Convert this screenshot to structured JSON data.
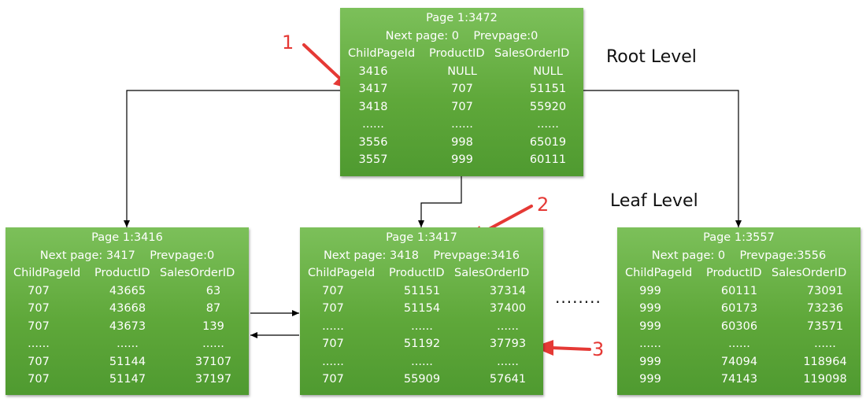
{
  "labels": {
    "root_level": "Root Level",
    "leaf_level": "Leaf Level",
    "ellipsis": "........"
  },
  "markers": [
    "1",
    "2",
    "3"
  ],
  "colors": {
    "node_fill": "#63ab3c",
    "arrow_red": "#e53935",
    "connector": "#000000"
  },
  "nodes": {
    "root": {
      "title": "Page 1:3472",
      "next_prev": "Next page: 0    Prevpage:0",
      "headers": [
        "ChildPageId",
        "ProductID",
        "SalesOrderID"
      ],
      "rows": [
        [
          "3416",
          "NULL",
          "NULL"
        ],
        [
          "3417",
          "707",
          "51151"
        ],
        [
          "3418",
          "707",
          "55920"
        ],
        [
          "......",
          "......",
          "......"
        ],
        [
          "3556",
          "998",
          "65019"
        ],
        [
          "3557",
          "999",
          "60111"
        ]
      ]
    },
    "leaf_left": {
      "title": "Page 1:3416",
      "next_prev": "Next page: 3417    Prevpage:0",
      "headers": [
        "ChildPageId",
        "ProductID",
        "SalesOrderID"
      ],
      "rows": [
        [
          "707",
          "43665",
          "63"
        ],
        [
          "707",
          "43668",
          "87"
        ],
        [
          "707",
          "43673",
          "139"
        ],
        [
          "......",
          "......",
          "......"
        ],
        [
          "707",
          "51144",
          "37107"
        ],
        [
          "707",
          "51147",
          "37197"
        ]
      ]
    },
    "leaf_mid": {
      "title": "Page 1:3417",
      "next_prev": "Next page: 3418    Prevpage:3416",
      "headers": [
        "ChildPageId",
        "ProductID",
        "SalesOrderID"
      ],
      "rows": [
        [
          "707",
          "51151",
          "37314"
        ],
        [
          "707",
          "51154",
          "37400"
        ],
        [
          "......",
          "......",
          "......"
        ],
        [
          "707",
          "51192",
          "37793"
        ],
        [
          "......",
          "......",
          "......"
        ],
        [
          "707",
          "55909",
          "57641"
        ]
      ]
    },
    "leaf_right": {
      "title": "Page 1:3557",
      "next_prev": "Next page: 0    Prevpage:3556",
      "headers": [
        "ChildPageId",
        "ProductID",
        "SalesOrderID"
      ],
      "rows": [
        [
          "999",
          "60111",
          "73091"
        ],
        [
          "999",
          "60173",
          "73236"
        ],
        [
          "999",
          "60306",
          "73571"
        ],
        [
          "......",
          "......",
          "......"
        ],
        [
          "999",
          "74094",
          "118964"
        ],
        [
          "999",
          "74143",
          "119098"
        ]
      ]
    }
  }
}
